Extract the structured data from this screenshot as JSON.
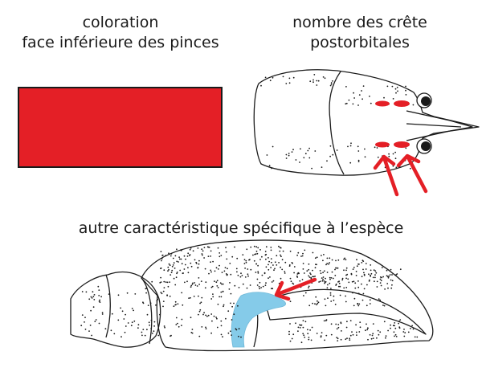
{
  "labels": {
    "coloration_line1": "coloration",
    "coloration_line2": "face inférieure des pinces",
    "crest_line1": "nombre des crête",
    "crest_line2": "postorbitales",
    "other": "autre caractéristique spécifique à l’espèce"
  },
  "colors": {
    "claw_underside": "#e41f26",
    "crest": "#e41f26",
    "arrow": "#e41f26",
    "highlight": "#85cbe9",
    "outline": "#1a1a1a"
  },
  "icons": {
    "carapace": "crayfish-carapace-top-view",
    "claw": "crayfish-claw-side-view",
    "arrow": "red-arrow"
  },
  "postorbital_crest_pairs": 2
}
